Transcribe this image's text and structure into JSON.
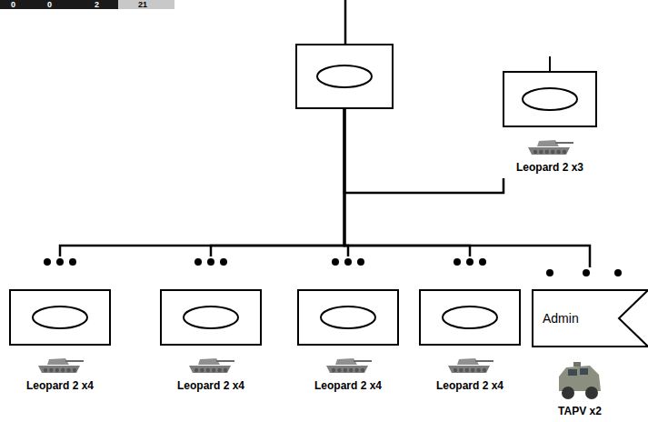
{
  "diagram": {
    "nodes": [
      {
        "text": []
      },
      {
        "text": [
          "Leopard 2 x3"
        ],
        "in": null
      },
      {
        "text": [
          "Leopard 2 x4"
        ]
      },
      {
        "text": [
          "Leopard 2 x4"
        ]
      },
      {
        "text": [
          "Leopard 2 x4"
        ]
      },
      {
        "text": [
          "Leopard 2 x4"
        ]
      },
      {
        "text": [
          "Admin",
          "TAPV x2"
        ]
      }
    ],
    "edges": [
      {
        "from": 0,
        "to": 1,
        "arrow": "none"
      },
      {
        "from": 0,
        "to": 2,
        "arrow": "none"
      },
      {
        "from": 0,
        "to": 3,
        "arrow": "none"
      },
      {
        "from": 0,
        "to": 4,
        "arrow": "none"
      },
      {
        "from": 0,
        "to": 5,
        "arrow": "none"
      },
      {
        "from": 0,
        "to": 6,
        "arrow": "none"
      }
    ],
    "labels": [
      "0",
      "0",
      "2",
      "21"
    ]
  }
}
